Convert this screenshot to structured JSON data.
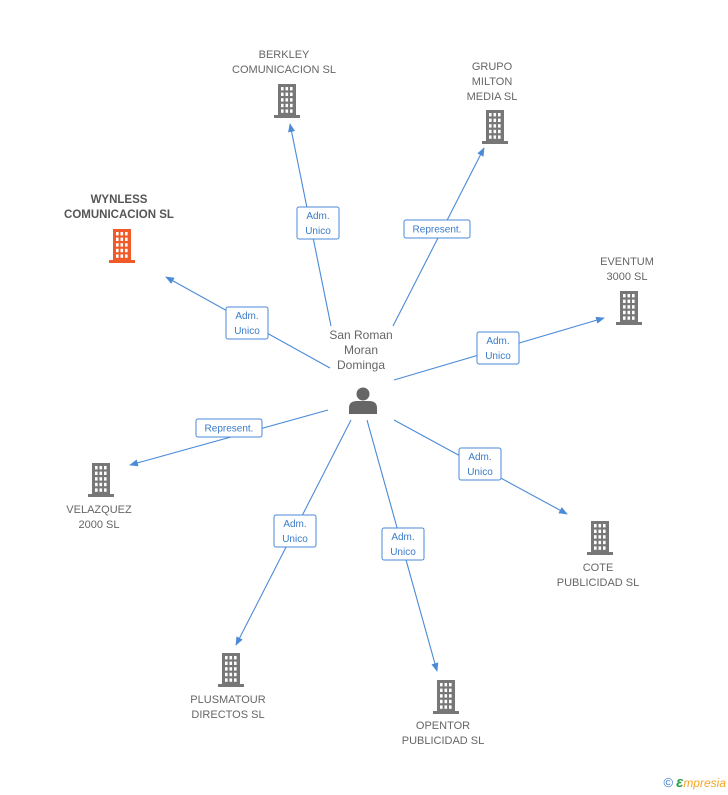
{
  "center": {
    "name_lines": [
      "San Roman",
      "Moran",
      "Dominga"
    ],
    "icon": "person-icon"
  },
  "colors": {
    "edge": "#4a8ad8",
    "building": "#777777",
    "highlight": "#f05a28"
  },
  "companies": [
    {
      "id": "berkley",
      "name_lines": [
        "BERKLEY",
        "COMUNICACION SL"
      ],
      "highlight": false,
      "relation": [
        "Adm.",
        "Unico"
      ]
    },
    {
      "id": "grupo-milton",
      "name_lines": [
        "GRUPO",
        "MILTON",
        "MEDIA SL"
      ],
      "highlight": false,
      "relation": [
        "Represent."
      ]
    },
    {
      "id": "wynless",
      "name_lines": [
        "WYNLESS",
        "COMUNICACION SL"
      ],
      "highlight": true,
      "relation": [
        "Adm.",
        "Unico"
      ]
    },
    {
      "id": "eventum",
      "name_lines": [
        "EVENTUM",
        "3000 SL"
      ],
      "highlight": false,
      "relation": [
        "Adm.",
        "Unico"
      ]
    },
    {
      "id": "velazquez",
      "name_lines": [
        "VELAZQUEZ",
        "2000 SL"
      ],
      "highlight": false,
      "relation": [
        "Represent."
      ]
    },
    {
      "id": "cote",
      "name_lines": [
        "COTE",
        "PUBLICIDAD SL"
      ],
      "highlight": false,
      "relation": [
        "Adm.",
        "Unico"
      ]
    },
    {
      "id": "plusmatour",
      "name_lines": [
        "PLUSMATOUR",
        "DIRECTOS SL"
      ],
      "highlight": false,
      "relation": [
        "Adm.",
        "Unico"
      ]
    },
    {
      "id": "opentor",
      "name_lines": [
        "OPENTOR",
        "PUBLICIDAD SL"
      ],
      "highlight": false,
      "relation": [
        "Adm.",
        "Unico"
      ]
    }
  ],
  "footer": {
    "copyright": "©",
    "brand_initial": "ε",
    "brand_rest": "mpresia"
  }
}
